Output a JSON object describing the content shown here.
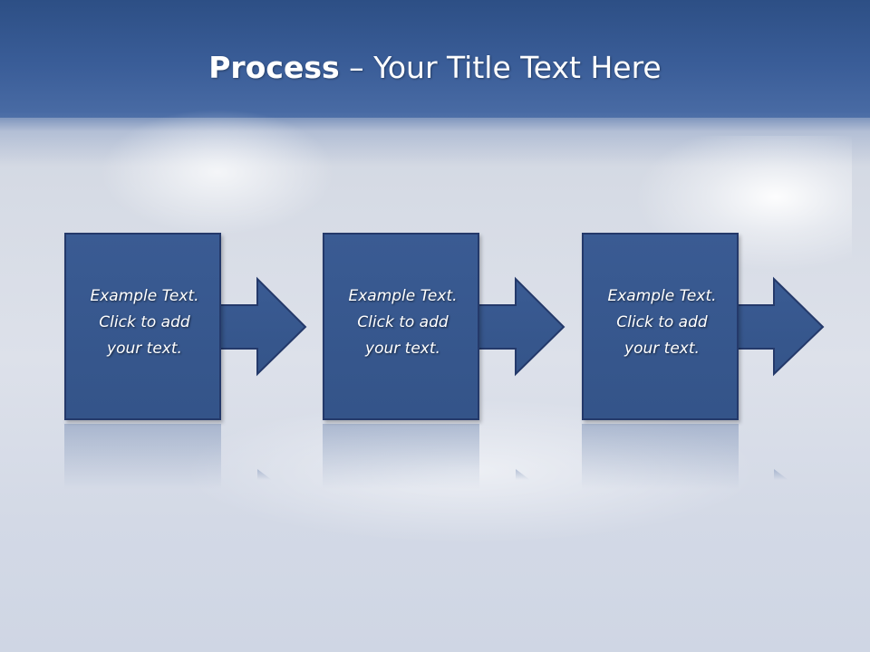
{
  "title": {
    "bold": "Process",
    "rest": " – Your Title Text Here"
  },
  "steps": [
    {
      "text": "Example Text.\nClick  to add\nyour text."
    },
    {
      "text": "Example Text.\nClick  to add\nyour text."
    },
    {
      "text": "Example Text.\nClick  to add\nyour text."
    }
  ],
  "colors": {
    "header": "#3a5d98",
    "box": "#3a5b93",
    "border": "#24396a"
  }
}
